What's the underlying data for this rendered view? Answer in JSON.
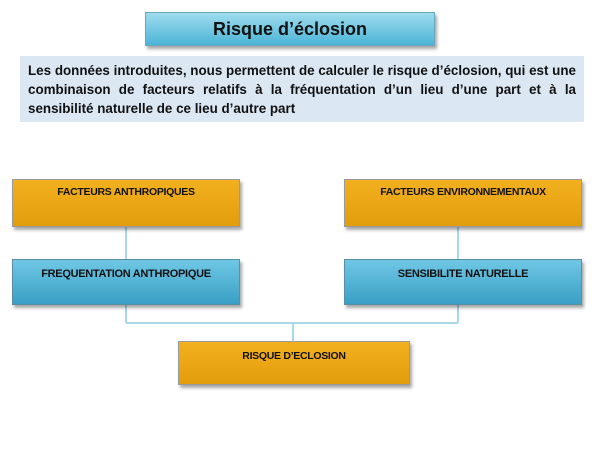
{
  "title": "Risque d’éclosion",
  "description": "Les données introduites,  nous permettent de calculer le risque d’éclosion, qui est une combinaison de facteurs relatifs à la fréquentation d’un lieu d’une part et à la sensibilité naturelle de ce lieu d’autre  part",
  "nodes": {
    "anthropic_factors": "FACTEURS ANTHROPIQUES",
    "environmental_factors": "FACTEURS ENVIRONNEMENTAUX",
    "anthropic_frequentation": "FREQUENTATION ANTHROPIQUE",
    "natural_sensitivity": "SENSIBILITE NATURELLE",
    "hatching_risk": "RISQUE D’ECLOSION"
  },
  "colors": {
    "orange": "#f2b01e",
    "blue": "#4bb4d6",
    "connector": "#a9d8e8",
    "description_bg": "#dce7f4"
  }
}
